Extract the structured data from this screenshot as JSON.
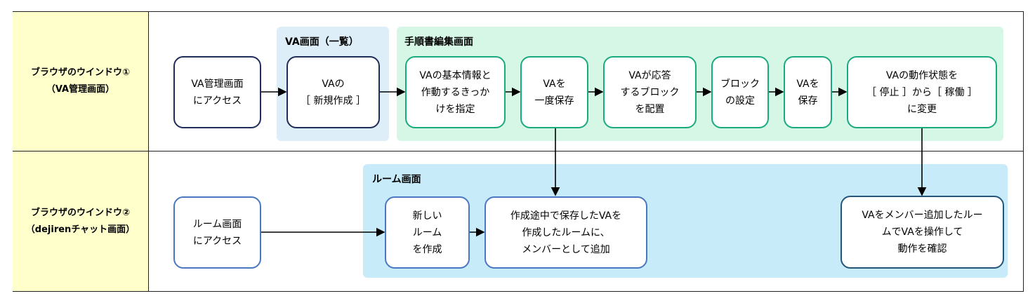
{
  "lanes": {
    "lane1": {
      "title": "ブラウザのウインドウ①",
      "subtitle": "（VA管理画面）"
    },
    "lane2": {
      "title": "ブラウザのウインドウ②",
      "subtitle": "（dejirenチャット画面）"
    }
  },
  "regions": {
    "va_list": "VA画面（一覧）",
    "procedure_edit": "手順書編集画面",
    "room": "ルーム画面"
  },
  "nodes": {
    "access_admin": "VA管理画面\nにアクセス",
    "va_new": "VAの\n［ 新規作成 ］",
    "set_basic_info": "VAの基本情報と\n作動するきっか\nけを指定",
    "save_once": "VAを\n一度保存",
    "place_response_blocks": "VAが応答\nするブロック\nを配置",
    "block_settings": "ブロック\nの設定",
    "save_va": "VAを\n保存",
    "change_status": "VAの動作状態を\n［ 停止 ］から［ 稼働 ］\nに変更",
    "access_room": "ルーム画面\nにアクセス",
    "create_room": "新しい\nルーム\nを作成",
    "add_member": "作成途中で保存したVAを\n作成したルームに、\nメンバーとして追加",
    "verify": "VAをメンバー追加したルー\nムでVAを操作して\n動作を確認"
  },
  "colors": {
    "lane_label_bg": "#ffffcc",
    "va_list_bg": "#ddeef8",
    "procedure_bg": "#d6f7e6",
    "room_bg": "#c8ebfa",
    "navy_border": "#1f2d5a",
    "teal_border": "#1aaa7f",
    "blue_border": "#4a78c0"
  }
}
